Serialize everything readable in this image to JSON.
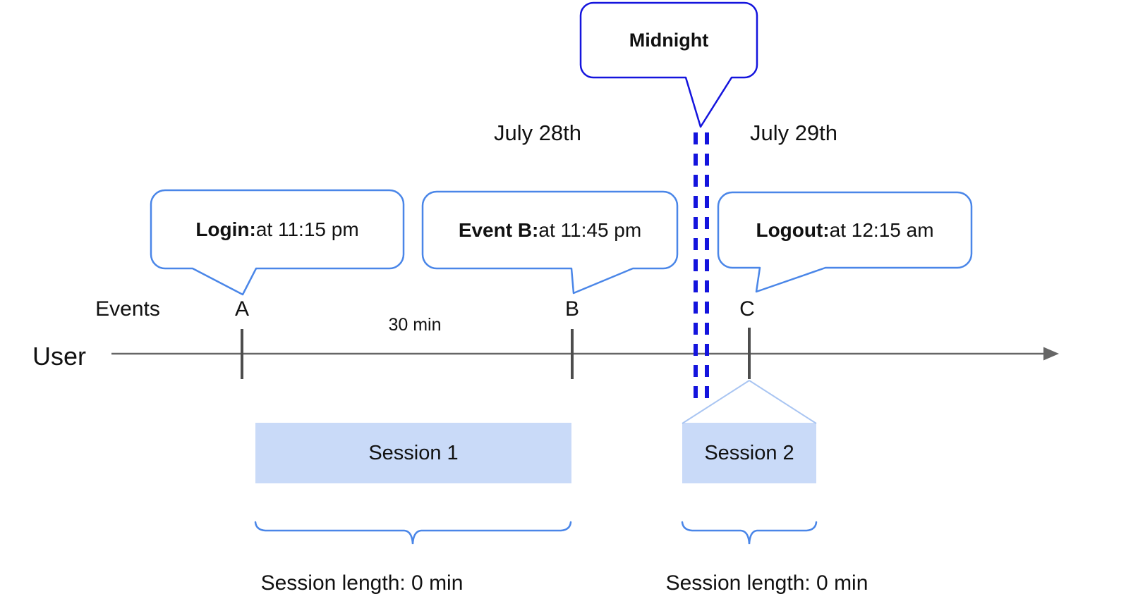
{
  "diagram": {
    "dates": {
      "before": "July 28th",
      "after": "July 29th"
    },
    "midnight": {
      "label": "Midnight"
    },
    "callouts": [
      {
        "title": "Login:",
        "detail": " at 11:15 pm"
      },
      {
        "title": "Event B:",
        "detail": " at 11:45 pm"
      },
      {
        "title": "Logout:",
        "detail": " at 12:15 am"
      }
    ],
    "timeline": {
      "row_label": "User",
      "events_label": "Events",
      "markers": [
        "A",
        "B",
        "C"
      ],
      "interval_label": "30 min"
    },
    "sessions": [
      {
        "label": "Session 1",
        "length": "Session length: 0 min"
      },
      {
        "label": "Session 2",
        "length": "Session length: 0 min"
      }
    ],
    "colors": {
      "callout_border": "#4a86e8",
      "midnight_blue": "#1414dd",
      "session_fill": "#c9daf8",
      "connector_light": "#a9c5f2",
      "axis_gray": "#666666",
      "tick_gray": "#4d4d4d",
      "text_black": "#111111"
    }
  }
}
